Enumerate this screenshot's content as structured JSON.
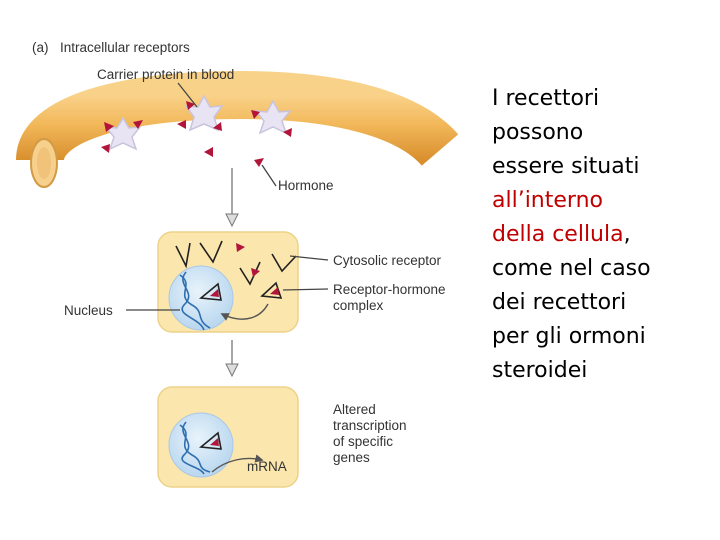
{
  "figure": {
    "panel_label": "(a)",
    "title": "Intracellular receptors",
    "labels": {
      "carrier": "Carrier protein in blood",
      "hormone": "Hormone",
      "cytosolic": "Cytosolic receptor",
      "complex_line1": "Receptor-hormone",
      "complex_line2": "complex",
      "nucleus": "Nucleus",
      "altered_line1": "Altered",
      "altered_line2": "transcription",
      "altered_line3": "of specific",
      "altered_line4": "genes",
      "mrna": "mRNA"
    }
  },
  "side_text": {
    "line1": "I recettori",
    "line2": "possono",
    "line3": "essere situati",
    "line4_red": "all’interno",
    "line5_red": "della cellula",
    "line5_rest": ",",
    "line6": "come nel caso",
    "line7": "dei recettori",
    "line8": "per gli ormoni",
    "line9": "steroidei"
  },
  "colors": {
    "vessel": "#f2b85a",
    "cell": "#fbe6ad",
    "nucleus": "#cde3f5",
    "hormone": "#b3153a",
    "highlight": "#c00000"
  }
}
